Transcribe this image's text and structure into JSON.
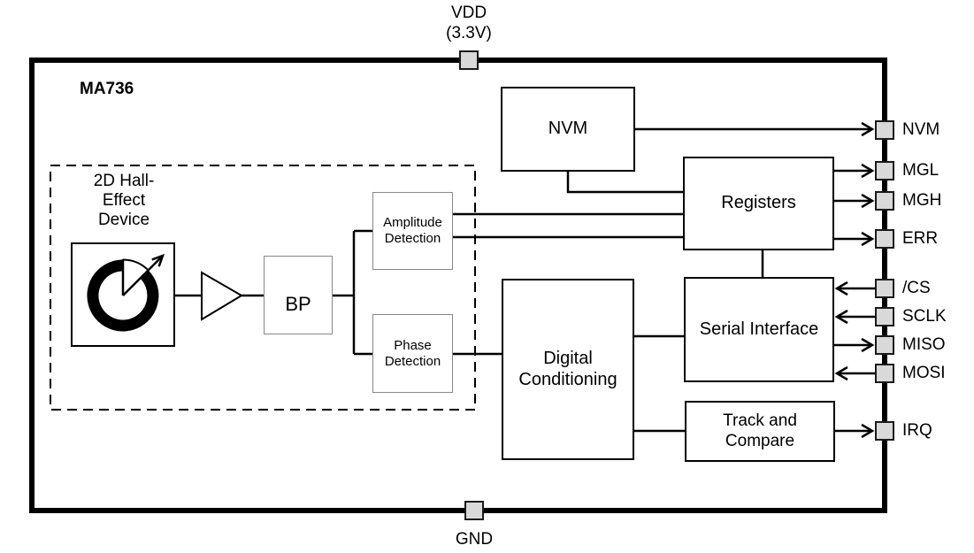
{
  "title": "MA736",
  "power": {
    "vdd_label": "VDD",
    "vdd_voltage": "(3.3V)",
    "gnd_label": "GND"
  },
  "hall_region": {
    "label": "2D Hall-\nEffect\nDevice"
  },
  "blocks": {
    "bp_filter": {
      "label": "BP"
    },
    "amplitude_detection": {
      "label": "Amplitude\nDetection"
    },
    "phase_detection": {
      "label": "Phase\nDetection"
    },
    "nvm": {
      "label": "NVM"
    },
    "registers": {
      "label": "Registers"
    },
    "digital_conditioning": {
      "label": "Digital\nConditioning"
    },
    "serial_interface": {
      "label": "Serial Interface"
    },
    "track_compare": {
      "label": "Track and\nCompare"
    }
  },
  "pins": {
    "right": [
      {
        "label": "NVM",
        "direction": "output"
      },
      {
        "label": "MGL",
        "direction": "output"
      },
      {
        "label": "MGH",
        "direction": "output"
      },
      {
        "label": "ERR",
        "direction": "output"
      },
      {
        "label": "/CS",
        "direction": "input"
      },
      {
        "label": "SCLK",
        "direction": "input"
      },
      {
        "label": "MISO",
        "direction": "output"
      },
      {
        "label": "MOSI",
        "direction": "input"
      },
      {
        "label": "IRQ",
        "direction": "output"
      }
    ]
  },
  "colors": {
    "wire": "#000000",
    "pin_fill": "#d9d9d9",
    "minor_box_border": "#888888"
  }
}
